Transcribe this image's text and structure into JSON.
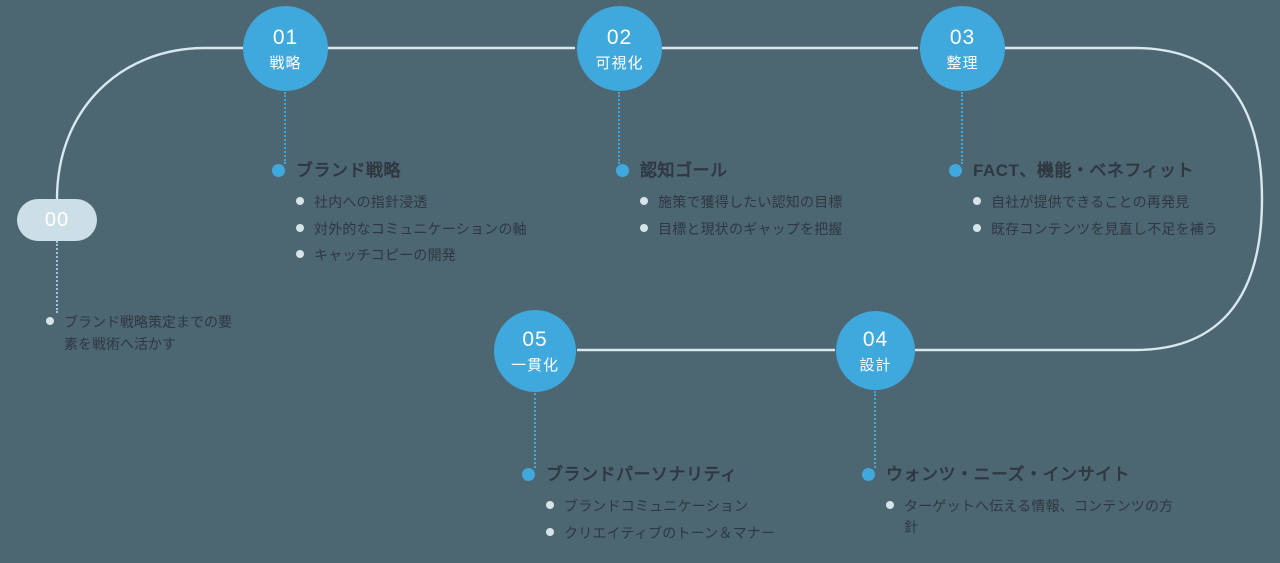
{
  "colors": {
    "background": "#4c6672",
    "accent": "#3fa8dd",
    "track": "#d9e8ee",
    "pill": "#ccdfe7",
    "text": "#2f3840",
    "sub_bullet": "#d6e4ea"
  },
  "start": {
    "label": "00",
    "note": "ブランド戦略策定までの要素を戦術へ活かす"
  },
  "steps": [
    {
      "number": "01",
      "title": "戦略",
      "heading": "ブランド戦略",
      "items": [
        "社内への指針浸透",
        "対外的なコミュニケーションの軸",
        "キャッチコピーの開発"
      ]
    },
    {
      "number": "02",
      "title": "可視化",
      "heading": "認知ゴール",
      "items": [
        "施策で獲得したい認知の目標",
        "目標と現状のギャップを把握"
      ]
    },
    {
      "number": "03",
      "title": "整理",
      "heading": "FACT、機能・ベネフィット",
      "items": [
        "自社が提供できることの再発見",
        "既存コンテンツを見直し不足を補う"
      ]
    },
    {
      "number": "04",
      "title": "設計",
      "heading": "ウォンツ・ニーズ・インサイト",
      "items": [
        "ターゲットへ伝える情報、コンテンツの方針"
      ]
    },
    {
      "number": "05",
      "title": "一貫化",
      "heading": "ブランドパーソナリティ",
      "items": [
        "ブランドコミュニケーション",
        "クリエイティブのトーン＆マナー"
      ]
    }
  ]
}
